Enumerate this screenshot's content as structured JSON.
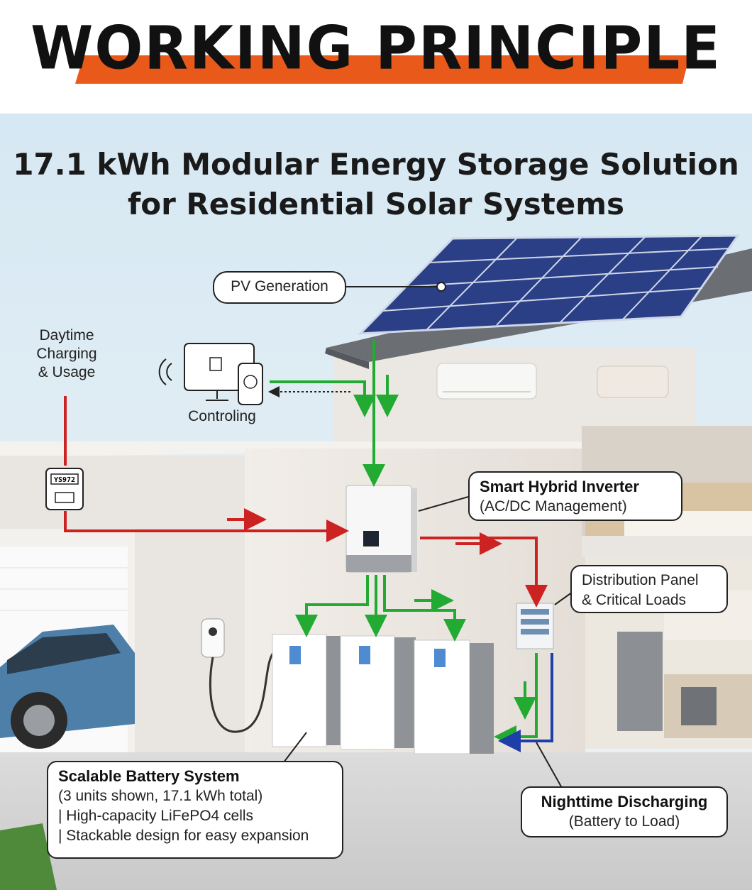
{
  "header": {
    "title": "WORKING PRINCIPLE",
    "accent_color": "#e8591a"
  },
  "subtitle": {
    "line1": "17.1 kWh Modular Energy Storage Solution",
    "line2": "for Residential Solar Systems"
  },
  "labels": {
    "pv_generation": "PV Generation",
    "daytime_line1": "Daytime",
    "daytime_line2": "Charging",
    "daytime_line3": "& Usage",
    "controlling": "Controling",
    "inverter_title": "Smart Hybrid Inverter",
    "inverter_sub": "(AC/DC Management)",
    "panel_line1": "Distribution Panel",
    "panel_line2": "& Critical Loads",
    "battery_title": "Scalable Battery System",
    "battery_line1": "(3 units shown, 17.1 kWh total)",
    "battery_line2": "| High-capacity LiFePO4 cells",
    "battery_line3": "| Stackable design for easy expansion",
    "night_title": "Nighttime Discharging",
    "night_sub": "(Battery to Load)",
    "meter_display": "YS972"
  },
  "colors": {
    "ac_flow": "#cc2222",
    "dc_flow": "#22aa33",
    "night_flow": "#1f3fa8"
  }
}
